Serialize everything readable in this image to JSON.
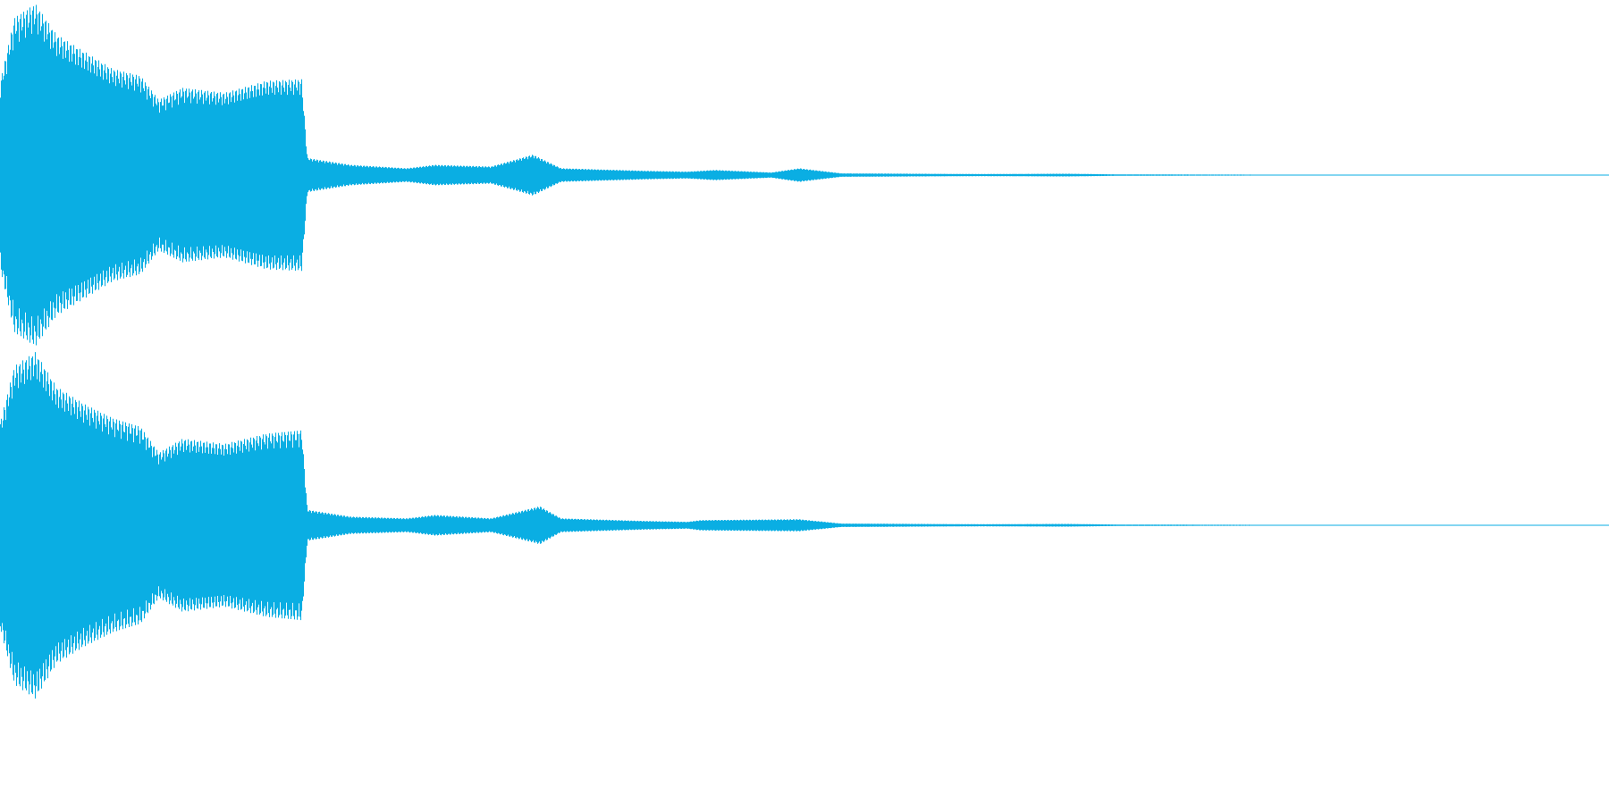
{
  "waveform": {
    "color": "#0AAEE3",
    "channels": [
      {
        "id": "channel-1",
        "envelope": [
          [
            0.0,
            0.55
          ],
          [
            0.01,
            0.92
          ],
          [
            0.025,
            1.0
          ],
          [
            0.04,
            0.82
          ],
          [
            0.06,
            0.72
          ],
          [
            0.08,
            0.62
          ],
          [
            0.1,
            0.58
          ],
          [
            0.113,
            0.44
          ],
          [
            0.13,
            0.51
          ],
          [
            0.16,
            0.48
          ],
          [
            0.19,
            0.55
          ],
          [
            0.215,
            0.56
          ],
          [
            0.219,
            0.1
          ],
          [
            0.25,
            0.06
          ],
          [
            0.29,
            0.04
          ],
          [
            0.31,
            0.06
          ],
          [
            0.35,
            0.05
          ],
          [
            0.38,
            0.12
          ],
          [
            0.4,
            0.04
          ],
          [
            0.46,
            0.025
          ],
          [
            0.49,
            0.02
          ],
          [
            0.51,
            0.03
          ],
          [
            0.55,
            0.015
          ],
          [
            0.57,
            0.04
          ],
          [
            0.6,
            0.01
          ],
          [
            0.7,
            0.006
          ],
          [
            0.76,
            0.008
          ],
          [
            0.8,
            0.004
          ],
          [
            0.88,
            0.003
          ],
          [
            0.97,
            0.002
          ],
          [
            1.0,
            0.0
          ]
        ]
      },
      {
        "id": "channel-2",
        "envelope": [
          [
            0.0,
            0.6
          ],
          [
            0.01,
            0.92
          ],
          [
            0.025,
            1.0
          ],
          [
            0.04,
            0.8
          ],
          [
            0.06,
            0.7
          ],
          [
            0.08,
            0.62
          ],
          [
            0.1,
            0.57
          ],
          [
            0.113,
            0.42
          ],
          [
            0.13,
            0.5
          ],
          [
            0.16,
            0.47
          ],
          [
            0.19,
            0.53
          ],
          [
            0.215,
            0.55
          ],
          [
            0.219,
            0.09
          ],
          [
            0.25,
            0.05
          ],
          [
            0.29,
            0.04
          ],
          [
            0.31,
            0.06
          ],
          [
            0.35,
            0.04
          ],
          [
            0.385,
            0.11
          ],
          [
            0.4,
            0.04
          ],
          [
            0.46,
            0.025
          ],
          [
            0.49,
            0.02
          ],
          [
            0.5,
            0.03
          ],
          [
            0.57,
            0.035
          ],
          [
            0.6,
            0.01
          ],
          [
            0.7,
            0.006
          ],
          [
            0.76,
            0.008
          ],
          [
            0.8,
            0.004
          ],
          [
            0.88,
            0.003
          ],
          [
            0.97,
            0.002
          ],
          [
            1.0,
            0.0
          ]
        ]
      }
    ]
  }
}
